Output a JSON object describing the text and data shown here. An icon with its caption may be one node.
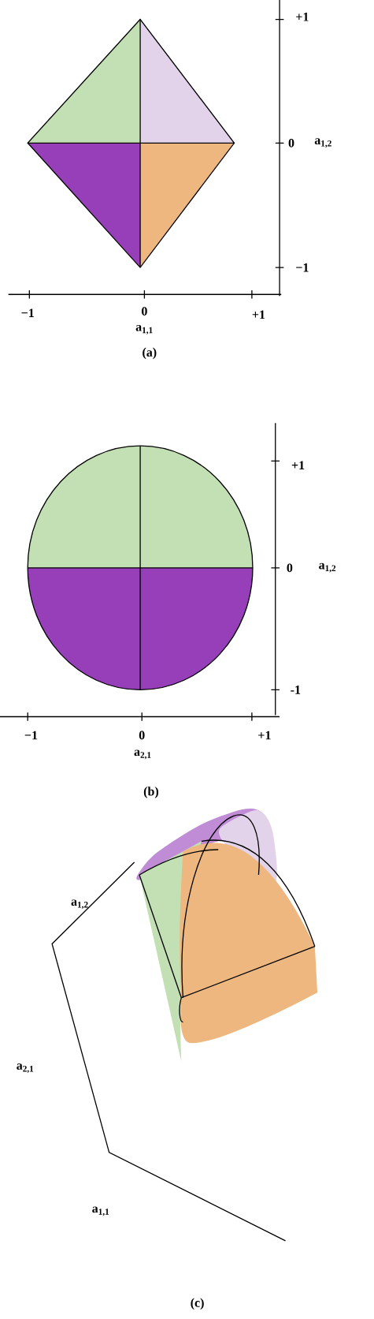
{
  "diagram": {
    "labels": [
      "+1",
      "0",
      "a$_{1,2}$",
      "−1",
      "−1",
      "0",
      "+1",
      "a$_{1,1}$",
      "(a)",
      "+1",
      "0",
      "a$_{1,2}$",
      "-1",
      "−1",
      "0",
      "+1",
      "a$_{2,1}$",
      "(b)",
      "a$_{1,2}$",
      "a$_{2,1}$",
      "a$_{1,1}$",
      "(c)"
    ]
  }
}
